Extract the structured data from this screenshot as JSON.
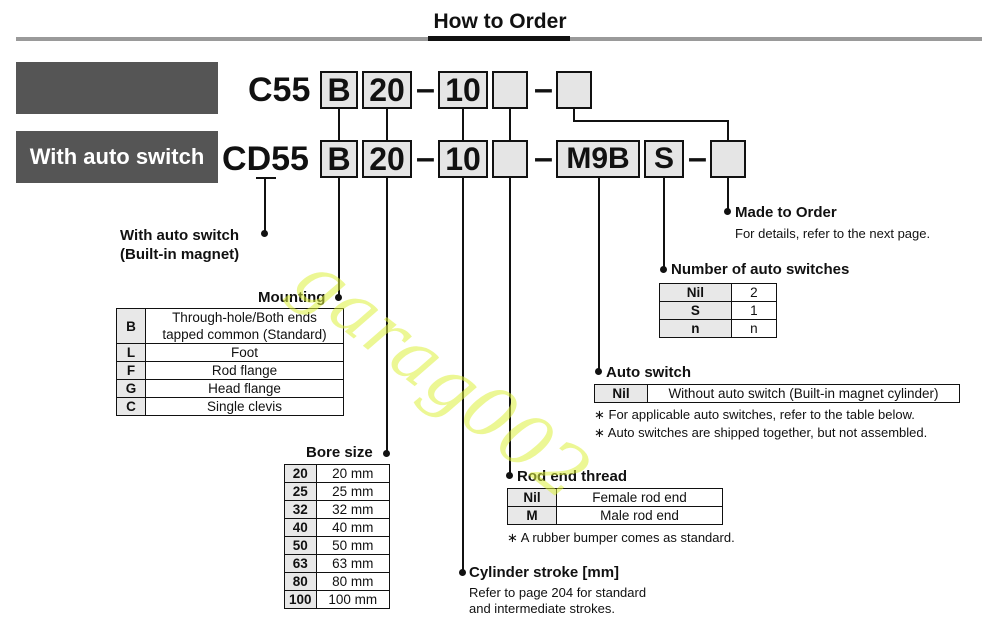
{
  "title": "How to Order",
  "header_labels": {
    "standard": "",
    "with_auto_switch": "With auto switch"
  },
  "row_std": {
    "prefix": "C55",
    "mounting": "B",
    "bore": "20",
    "stroke": "10",
    "dash": "–"
  },
  "row_as": {
    "prefix_c": "C",
    "prefix_d": "D",
    "prefix_rest": "55",
    "mounting": "B",
    "bore": "20",
    "stroke": "10",
    "switch": "M9B",
    "switch_count": "S",
    "dash": "–"
  },
  "with_auto_switch_note": {
    "line1": "With auto switch",
    "line2": "(Built-in magnet)"
  },
  "made_to_order": {
    "label": "Made to Order",
    "note": "For details, refer to the next page."
  },
  "num_switches": {
    "label": "Number of auto switches",
    "rows": [
      {
        "k": "Nil",
        "v": "2"
      },
      {
        "k": "S",
        "v": "1"
      },
      {
        "k": "n",
        "v": "n"
      }
    ]
  },
  "auto_switch": {
    "label": "Auto switch",
    "rows": [
      {
        "k": "Nil",
        "v": "Without auto switch (Built-in magnet cylinder)"
      }
    ],
    "note1": "∗ For applicable auto switches, refer to the table below.",
    "note2": "∗ Auto switches are shipped together, but not assembled."
  },
  "mounting": {
    "label": "Mounting",
    "rows": [
      {
        "k": "B",
        "v1": "Through-hole/Both ends",
        "v2": "tapped common (Standard)"
      },
      {
        "k": "L",
        "v1": "Foot"
      },
      {
        "k": "F",
        "v1": "Rod flange"
      },
      {
        "k": "G",
        "v1": "Head flange"
      },
      {
        "k": "C",
        "v1": "Single clevis"
      }
    ]
  },
  "bore_size": {
    "label": "Bore size",
    "rows": [
      {
        "k": "20",
        "v": "20 mm"
      },
      {
        "k": "25",
        "v": "25 mm"
      },
      {
        "k": "32",
        "v": "32 mm"
      },
      {
        "k": "40",
        "v": "40 mm"
      },
      {
        "k": "50",
        "v": "50 mm"
      },
      {
        "k": "63",
        "v": "63 mm"
      },
      {
        "k": "80",
        "v": "80 mm"
      },
      {
        "k": "100",
        "v": "100 mm"
      }
    ]
  },
  "rod_end": {
    "label": "Rod end thread",
    "rows": [
      {
        "k": "Nil",
        "v": "Female rod end"
      },
      {
        "k": "M",
        "v": "Male rod end"
      }
    ],
    "note": "∗ A rubber bumper comes as standard."
  },
  "stroke": {
    "label": "Cylinder stroke [mm]",
    "note1": "Refer to page 204 for standard",
    "note2": "and intermediate strokes."
  },
  "watermark": "garag002"
}
